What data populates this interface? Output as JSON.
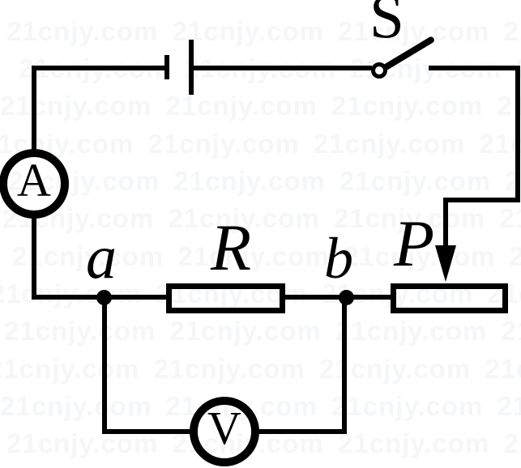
{
  "diagram": {
    "type": "series-electric-circuit",
    "labels": {
      "switch": "S",
      "ammeter": "A",
      "voltmeter": "V",
      "resistor": "R",
      "rheostat": "P",
      "node_a": "a",
      "node_b": "b"
    },
    "components": [
      {
        "id": "battery",
        "type": "cell",
        "position": "top wire"
      },
      {
        "id": "switch",
        "type": "open-knife-switch",
        "label": "S",
        "position": "top right"
      },
      {
        "id": "ammeter",
        "type": "ammeter",
        "label": "A",
        "position": "left branch, in series"
      },
      {
        "id": "resistor",
        "type": "fixed-resistor",
        "label": "R",
        "terminals": [
          "a",
          "b"
        ]
      },
      {
        "id": "rheostat",
        "type": "sliding-rheostat",
        "label": "P",
        "slider": "down-arrow onto track"
      },
      {
        "id": "voltmeter",
        "type": "voltmeter",
        "label": "V",
        "measures": "across R between nodes a and b"
      }
    ],
    "colors": {
      "wire": "#000000",
      "background": "#ffffff"
    }
  },
  "watermark": {
    "text": "21cnjy.com",
    "color": "#f5f6f8"
  }
}
